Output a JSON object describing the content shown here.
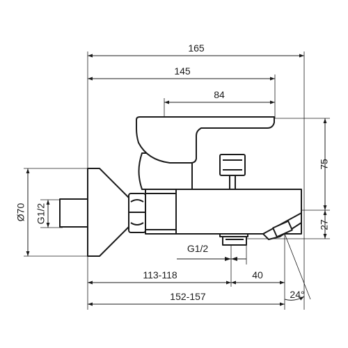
{
  "dimensions": {
    "overall_width": "165",
    "body_width": "145",
    "lever_length": "84",
    "height_lever": "75",
    "height_spout": "27",
    "flange_diameter": "Ø70",
    "inlet_thread": "G1/2",
    "outlet_thread": "G1/2",
    "wall_to_outlet": "113-118",
    "outlet_to_spout": "40",
    "wall_to_spout": "152-157",
    "spout_angle": "24°"
  }
}
